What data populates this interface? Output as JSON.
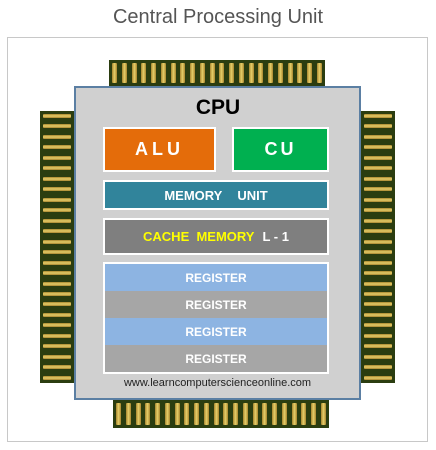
{
  "title": "Central Processing Unit",
  "cpu": {
    "label": "CPU",
    "alu": {
      "label": "ALU",
      "color": "#e46c0a"
    },
    "cu": {
      "label": "CU",
      "color": "#00b050"
    },
    "memory_unit": {
      "label": "MEMORY  UNIT",
      "color": "#31849b"
    },
    "cache": {
      "label": "CACHE  MEMORY",
      "level": "L - 1",
      "color": "#7f7f7f",
      "text_color": "#ffff00"
    },
    "registers": [
      {
        "label": "REGISTER",
        "color": "#8db4e2"
      },
      {
        "label": "REGISTER",
        "color": "#a6a6a6"
      },
      {
        "label": "REGISTER",
        "color": "#8db4e2"
      },
      {
        "label": "REGISTER",
        "color": "#a6a6a6"
      }
    ],
    "url": "www.learncomputerscienceonline.com"
  },
  "colors": {
    "chip_body": "#d0d0d0",
    "chip_border": "#5b7fa3",
    "pin_base": "#2b3d10",
    "pin_gold": "#e7cf6a"
  }
}
